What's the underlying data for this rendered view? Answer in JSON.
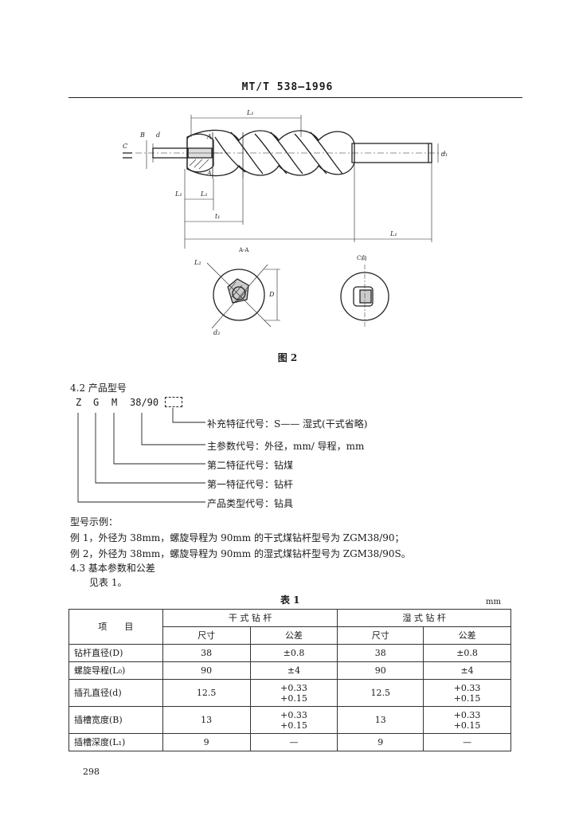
{
  "header": {
    "standard": "MT/T 538—1996"
  },
  "figure": {
    "caption": "图 2",
    "labels": {
      "L1": "L₁",
      "B": "B",
      "d": "d",
      "C": "C",
      "A_top": "A",
      "A_bottom": "A",
      "L_bottom": "L",
      "L1b": "L₁",
      "t1": "t₁",
      "Lr": "L₁",
      "d1": "d₁",
      "section_aa": "A-A",
      "view_c": "C向",
      "D": "D",
      "L2": "L₂",
      "d2": "d₂"
    }
  },
  "section_4_2": {
    "title": "4.2  产品型号",
    "code_letters": [
      "Z",
      "G",
      "M",
      "38/90"
    ],
    "legend": [
      "补充特征代号：S—— 湿式(干式省略)",
      "主参数代号：外径，mm/ 导程，mm",
      "第二特征代号：钻煤",
      "第一特征代号：钻杆",
      "产品类型代号：钻具"
    ],
    "examples_title": "型号示例：",
    "example1": "例 1，外径为 38mm，螺旋导程为 90mm 的干式煤钻杆型号为 ZGM38/90；",
    "example2": "例 2，外径为 38mm，螺旋导程为 90mm 的湿式煤钻杆型号为 ZGM38/90S。"
  },
  "section_4_3": {
    "title": "4.3  基本参数和公差",
    "see": "见表 1。"
  },
  "table1": {
    "title": "表 1",
    "unit": "mm",
    "header_item": "项　　目",
    "group_dry": "干 式 钻 杆",
    "group_wet": "湿 式 钻 杆",
    "col_size": "尺寸",
    "col_tol": "公差",
    "rows": [
      {
        "item": "钻杆直径(D)",
        "dry_size": "38",
        "dry_tol": [
          "±0.8"
        ],
        "wet_size": "38",
        "wet_tol": [
          "±0.8"
        ]
      },
      {
        "item": "螺旋导程(L₀)",
        "dry_size": "90",
        "dry_tol": [
          "±4"
        ],
        "wet_size": "90",
        "wet_tol": [
          "±4"
        ]
      },
      {
        "item": "插孔直径(d)",
        "dry_size": "12.5",
        "dry_tol": [
          "+0.33",
          "+0.15"
        ],
        "wet_size": "12.5",
        "wet_tol": [
          "+0.33",
          "+0.15"
        ]
      },
      {
        "item": "插槽宽度(B)",
        "dry_size": "13",
        "dry_tol": [
          "+0.33",
          "+0.15"
        ],
        "wet_size": "13",
        "wet_tol": [
          "+0.33",
          "+0.15"
        ]
      },
      {
        "item": "插槽深度(L₁)",
        "dry_size": "9",
        "dry_tol": [
          "—"
        ],
        "wet_size": "9",
        "wet_tol": [
          "—"
        ]
      }
    ]
  },
  "page_number": "298"
}
